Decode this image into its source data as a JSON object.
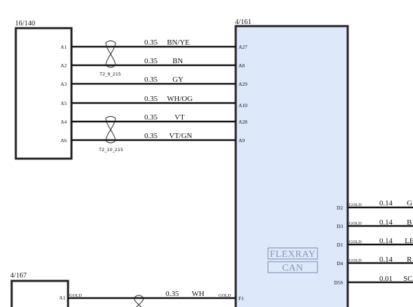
{
  "connectors": {
    "left_top": {
      "ref": "16/140"
    },
    "ecu": {
      "ref": "4/161"
    },
    "left_bottom": {
      "ref": "4/167"
    }
  },
  "left_wires": [
    {
      "pin_left": "A1",
      "gauge": "0.35",
      "color": "BN/YE",
      "pin_right": "A27"
    },
    {
      "pin_left": "A2",
      "gauge": "0.35",
      "color": "BN",
      "pin_right": "A8"
    },
    {
      "pin_left": "A3",
      "gauge": "0.35",
      "color": "GY",
      "pin_right": "A29"
    },
    {
      "pin_left": "A5",
      "gauge": "0.35",
      "color": "WH/OG",
      "pin_right": "A10"
    },
    {
      "pin_left": "A4",
      "gauge": "0.35",
      "color": "VT",
      "pin_right": "A28"
    },
    {
      "pin_left": "A6",
      "gauge": "0.35",
      "color": "VT/GN",
      "pin_right": "A9"
    }
  ],
  "twists": [
    {
      "label": "T2_9_215"
    },
    {
      "label": "T2_10_215"
    }
  ],
  "right_wires": [
    {
      "pin": "D2",
      "plating": "GOLD",
      "gauge": "0.14",
      "color": "G"
    },
    {
      "pin": "D3",
      "plating": "GOLD",
      "gauge": "0.14",
      "color": "B"
    },
    {
      "pin": "D1",
      "plating": "GOLD",
      "gauge": "0.14",
      "color": "LE"
    },
    {
      "pin": "D4",
      "plating": "GOLD",
      "gauge": "0.14",
      "color": "R"
    },
    {
      "pin": "D5S",
      "plating": "",
      "gauge": "0.01",
      "color": "SC"
    }
  ],
  "bottom_wire": {
    "pin_left": "A1",
    "plating_left": "GOLD",
    "gauge": "0.35",
    "color": "WH",
    "plating_right": "GOLD",
    "pin_right": "F1"
  },
  "ecu_labels": {
    "flexray": "FLEXRAY",
    "can": "CAN"
  }
}
